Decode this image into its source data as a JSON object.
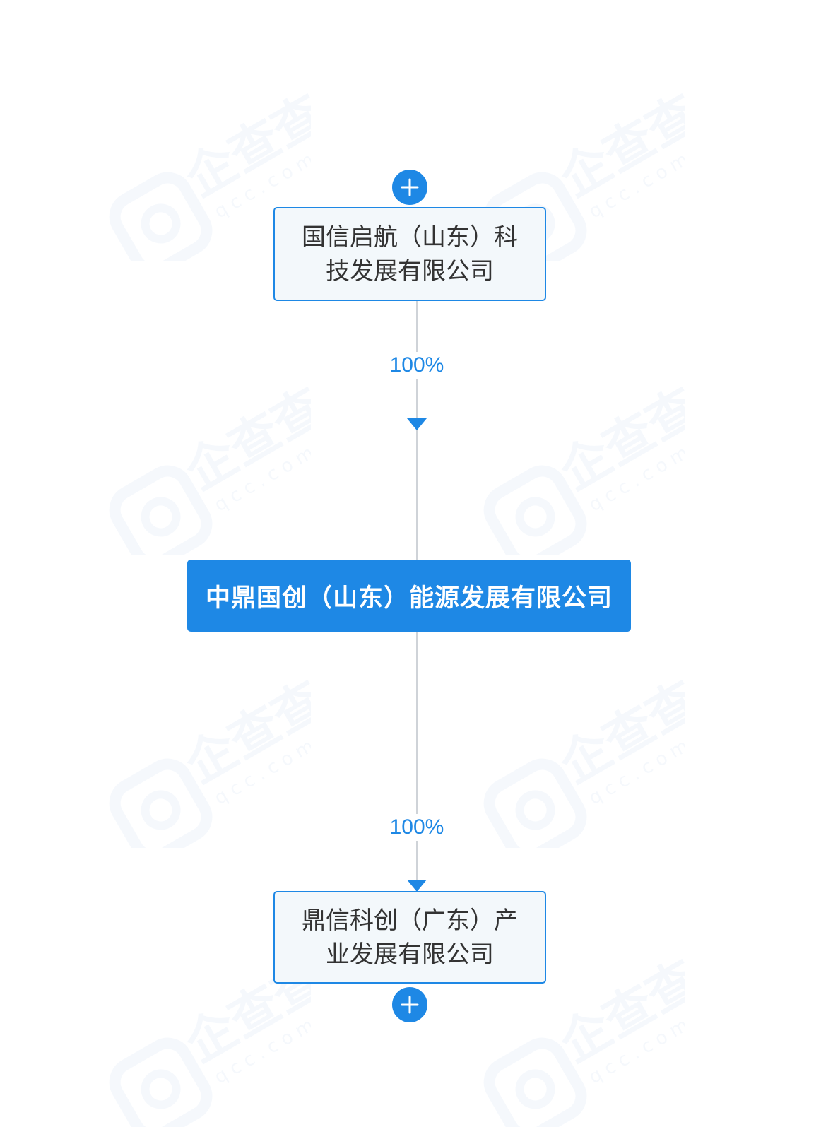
{
  "watermark": {
    "logo_text": "企查查",
    "domain_text": "qcc.com"
  },
  "nodes": {
    "shareholder": {
      "line1": "国信启航（山东）科",
      "line2": "技发展有限公司"
    },
    "target": {
      "name": "中鼎国创（山东）能源发展有限公司"
    },
    "subsidiary": {
      "line1": "鼎信科创（广东）产",
      "line2": "业发展有限公司"
    }
  },
  "edges": {
    "upper": {
      "ratio": "100%"
    },
    "lower": {
      "ratio": "100%"
    }
  },
  "colors": {
    "accent": "#1e88e5",
    "box_fill": "#f3f8fb",
    "line": "#cfd3d8",
    "text": "#333333",
    "watermark": "#eef4fb"
  },
  "icons": {
    "expand": "plus-icon",
    "watermark": "qcc-logo-icon"
  }
}
